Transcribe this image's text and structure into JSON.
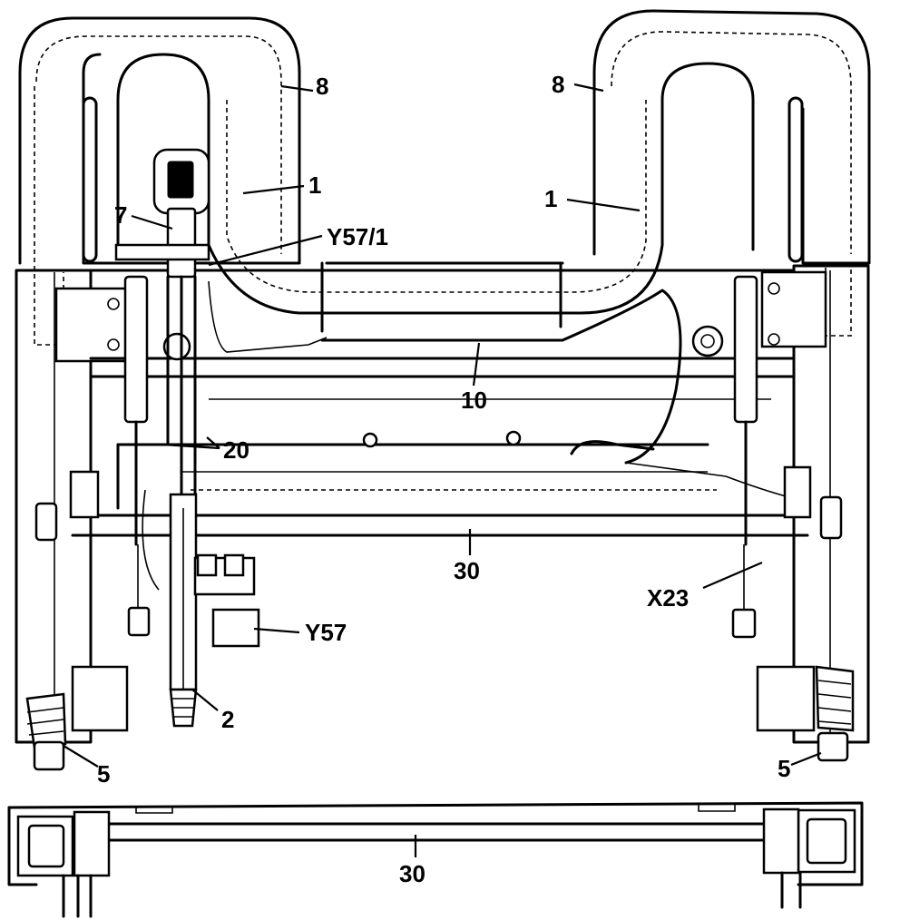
{
  "labels": {
    "l8_left": "8",
    "l8_right": "8",
    "l1_left": "1",
    "l1_right": "1",
    "l7": "7",
    "y57_1": "Y57/1",
    "l10": "10",
    "l20": "20",
    "l30_top": "30",
    "x23": "X23",
    "y57": "Y57",
    "l2": "2",
    "l5_left": "5",
    "l5_right": "5",
    "l30_bottom": "30"
  }
}
